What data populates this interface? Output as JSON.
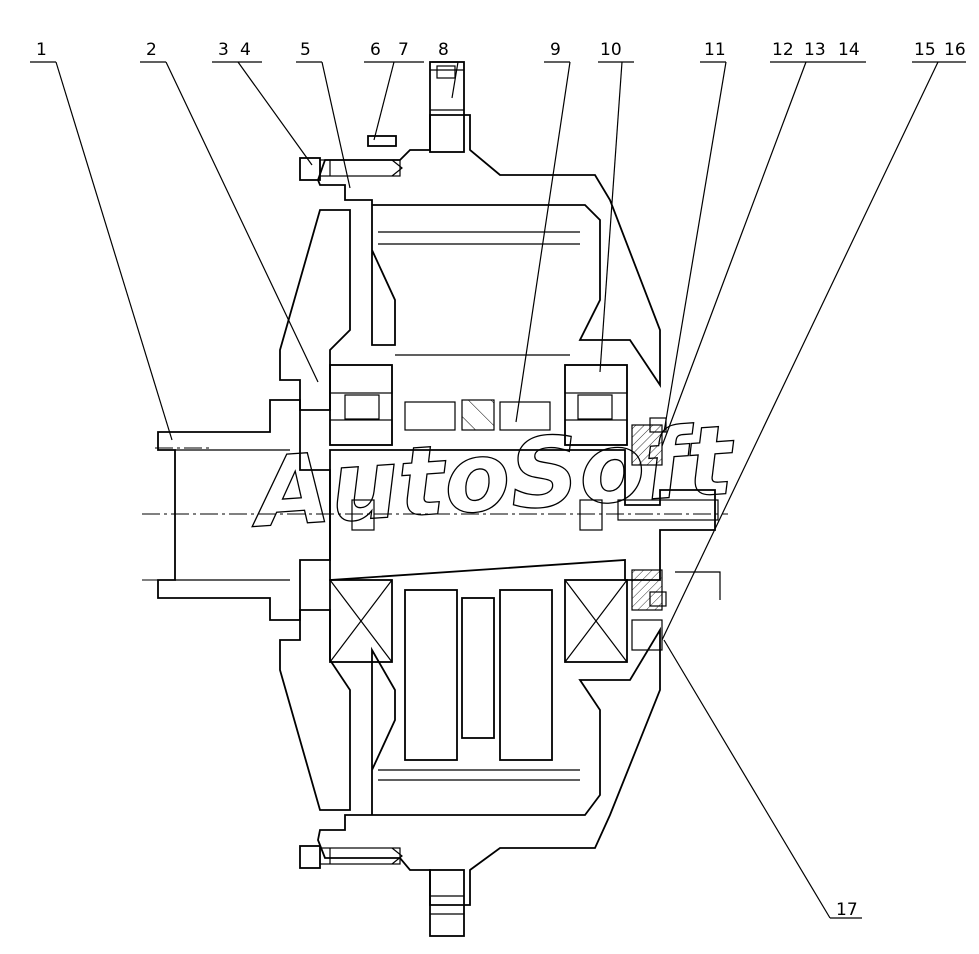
{
  "callouts": [
    "1",
    "2",
    "3",
    "4",
    "5",
    "6",
    "7",
    "8",
    "9",
    "10",
    "11",
    "12",
    "13",
    "14",
    "15",
    "16",
    "17"
  ],
  "watermark": "AutoSoft"
}
